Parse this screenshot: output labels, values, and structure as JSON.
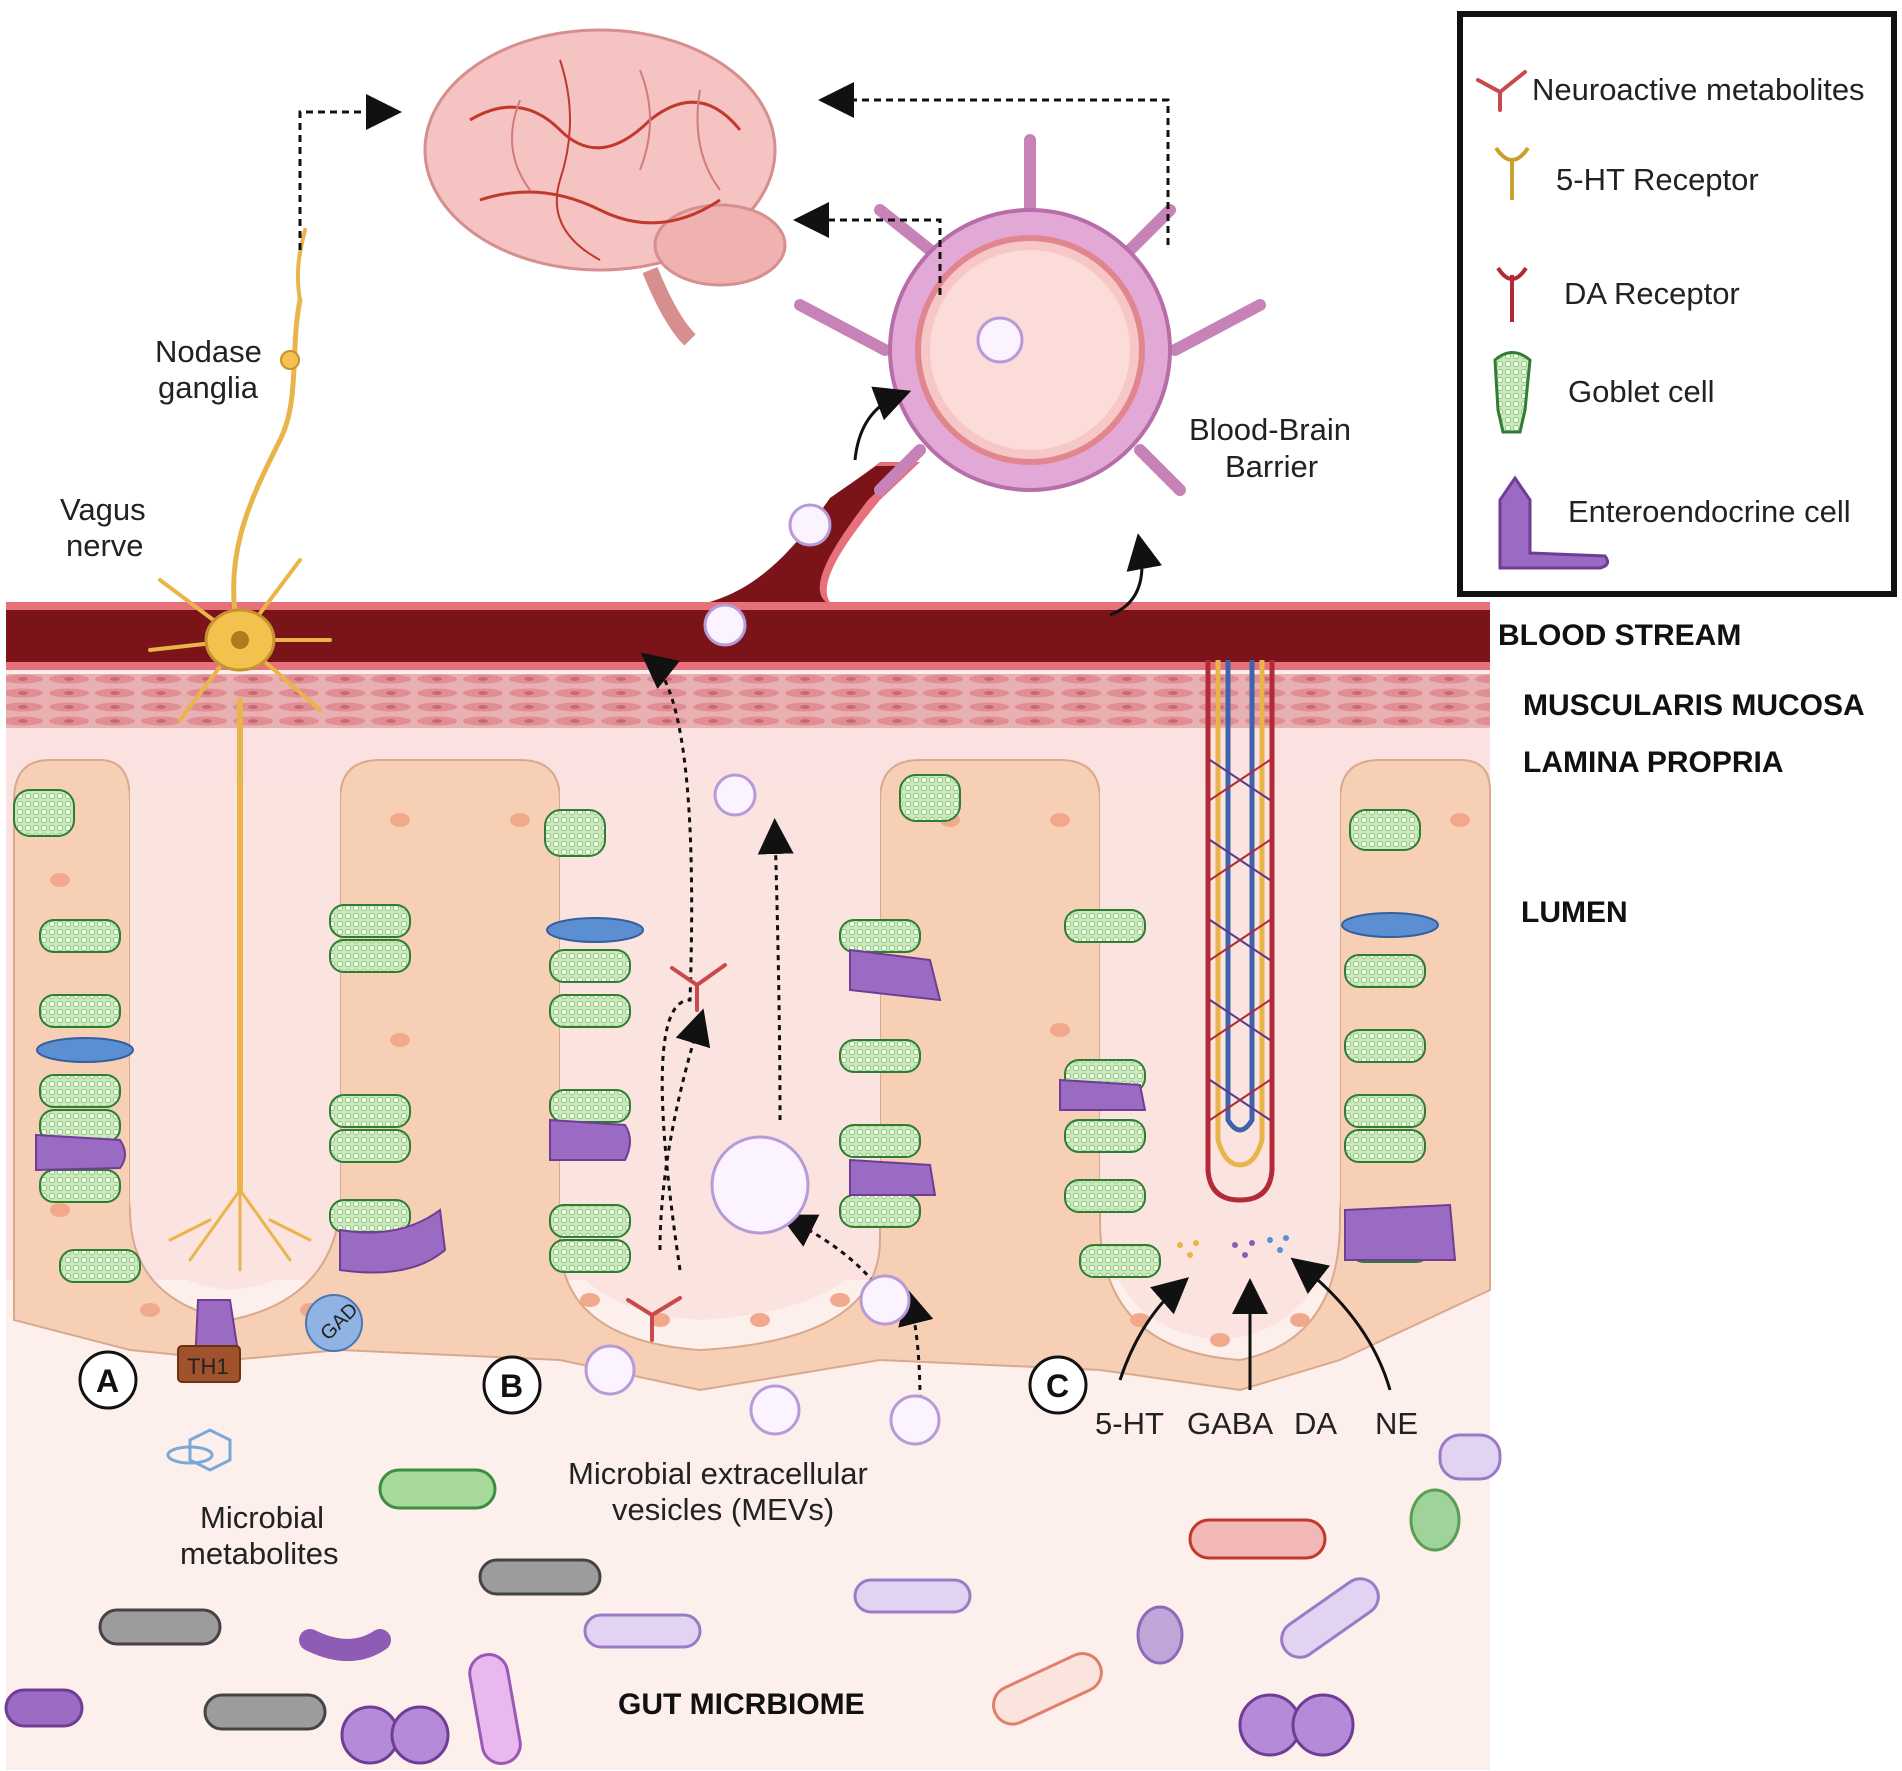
{
  "legend": {
    "items": [
      {
        "label": "Neuroactive metabolites",
        "icon": "neuroactive-metabolite-icon"
      },
      {
        "label": "5-HT Receptor",
        "icon": "5ht-receptor-icon"
      },
      {
        "label": "DA Receptor",
        "icon": "da-receptor-icon"
      },
      {
        "label": "Goblet cell",
        "icon": "goblet-cell-icon"
      },
      {
        "label": "Enteroendocrine  cell",
        "icon": "enteroendocrine-cell-icon"
      }
    ]
  },
  "layers": {
    "blood_stream": "BLOOD STREAM",
    "muscularis": "MUSCULARIS MUCOSA",
    "lamina": "LAMINA PROPRIA",
    "lumen": "LUMEN",
    "microbiome": "GUT MICRBIOME"
  },
  "labels": {
    "nodase_1": "Nodase",
    "nodase_2": "ganglia",
    "vagus_1": "Vagus",
    "vagus_2": "nerve",
    "bbb_1": "Blood-Brain",
    "bbb_2": "Barrier",
    "th1": "TH1",
    "gad": "GAD",
    "microbial_metabolites_1": "Microbial",
    "microbial_metabolites_2": "metabolites",
    "mevs_1": "Microbial extracellular",
    "mevs_2": "vesicles (MEVs)"
  },
  "panels": [
    "A",
    "B",
    "C"
  ],
  "neurotransmitters": [
    "5-HT",
    "GABA",
    "DA",
    "NE"
  ],
  "colors": {
    "blood": "#7a1418",
    "blood_edge": "#e8707a",
    "muscle": "#e7a7a8",
    "lamina": "#fbe3e0",
    "epithelium": "#f9d6bc",
    "nucleus": "#f2a98b",
    "goblet": "#6abf6a",
    "enteroendocrine": "#8e5bb5",
    "nerve": "#e9b54a",
    "brain": "#f4c3c2",
    "legend_border": "#111111"
  }
}
